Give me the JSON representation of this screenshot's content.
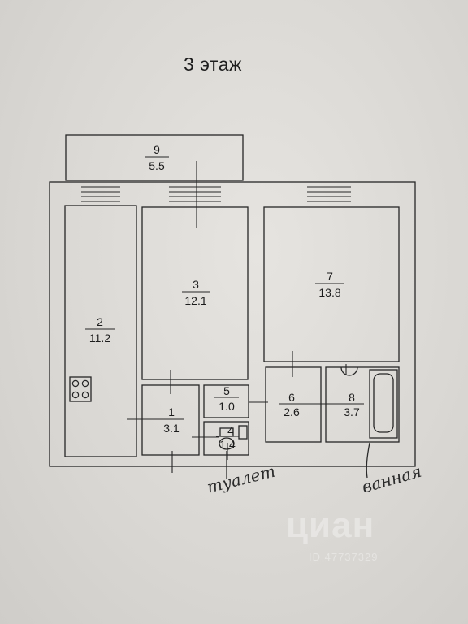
{
  "floor_title": "3 этаж",
  "rooms": [
    {
      "num": "9",
      "area": "5.5"
    },
    {
      "num": "2",
      "area": "11.2"
    },
    {
      "num": "3",
      "area": "12.1"
    },
    {
      "num": "7",
      "area": "13.8"
    },
    {
      "num": "1",
      "area": "3.1"
    },
    {
      "num": "5",
      "area": "1.0"
    },
    {
      "num": "4",
      "area": "1.4"
    },
    {
      "num": "6",
      "area": "2.6"
    },
    {
      "num": "8",
      "area": "3.7"
    }
  ],
  "annotations": {
    "toilet": "туалет",
    "bath": "ванная"
  },
  "watermark": {
    "logo": "циан",
    "id": "ID 47737329"
  },
  "colors": {
    "line": "#262626",
    "paper": "#dcdad6"
  }
}
